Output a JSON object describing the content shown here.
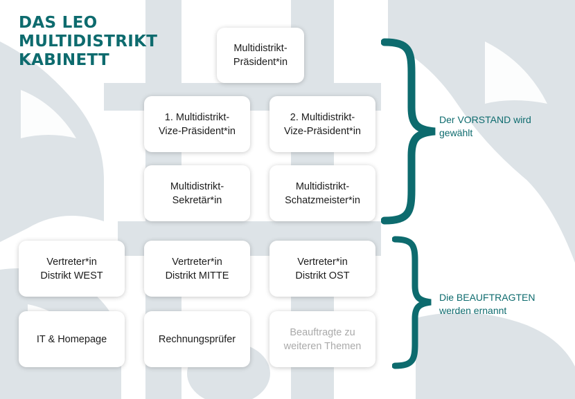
{
  "title": {
    "lines": [
      "DAS LEO",
      "MULTIDISTRIKT",
      "KABINETT"
    ]
  },
  "boxes": {
    "president": "Multidistrikt-\nPräsident*in",
    "vp1": "1. Multidistrikt-\nVize-Präsident*in",
    "vp2": "2. Multidistrikt-\nVize-Präsident*in",
    "secretary": "Multidistrikt-\nSekretär*in",
    "treasurer": "Multidistrikt-\nSchatzmeister*in",
    "rep_west": "Vertreter*in\nDistrikt WEST",
    "rep_mitte": "Vertreter*in\nDistrikt MITTE",
    "rep_ost": "Vertreter*in\nDistrikt OST",
    "it": "IT & Homepage",
    "auditor": "Rechnungsprüfer",
    "other": "Beauftragte zu\nweiteren Themen"
  },
  "groups": {
    "board": {
      "line1": "Der VORSTAND wird",
      "line2": "gewählt"
    },
    "appointed": {
      "line1": "Die BEAUFTRAGTEN",
      "line2": "werden ernannt"
    }
  },
  "colors": {
    "accent": "#0d6b6e",
    "background_art": "#dde3e7",
    "muted_text": "#aaaaaa"
  }
}
